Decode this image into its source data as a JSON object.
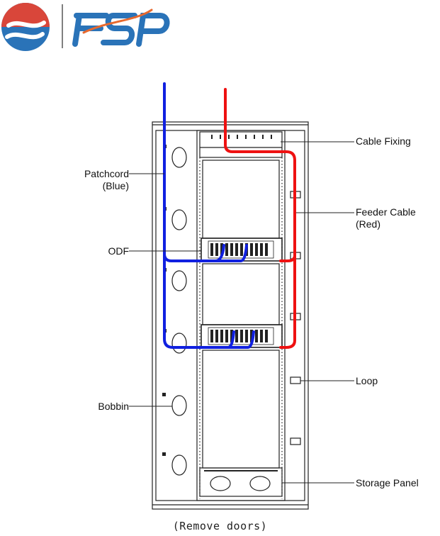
{
  "logo": {
    "mark_colors": {
      "top": "#d9463a",
      "bottom": "#2a73b8"
    },
    "text_color": "#2a73b8",
    "accent_color": "#e8692e"
  },
  "labels": {
    "cable_fixing": "Cable Fixing",
    "patchcord_line1": "Patchcord",
    "patchcord_line2": "(Blue)",
    "feeder_line1": "Feeder Cable",
    "feeder_line2": "(Red)",
    "odf": "ODF",
    "loop": "Loop",
    "bobbin": "Bobbin",
    "storage_panel": "Storage Panel"
  },
  "caption": "(Remove doors)",
  "colors": {
    "patchcord": "#1020e0",
    "feeder": "#ee1111",
    "outline": "#222222"
  }
}
